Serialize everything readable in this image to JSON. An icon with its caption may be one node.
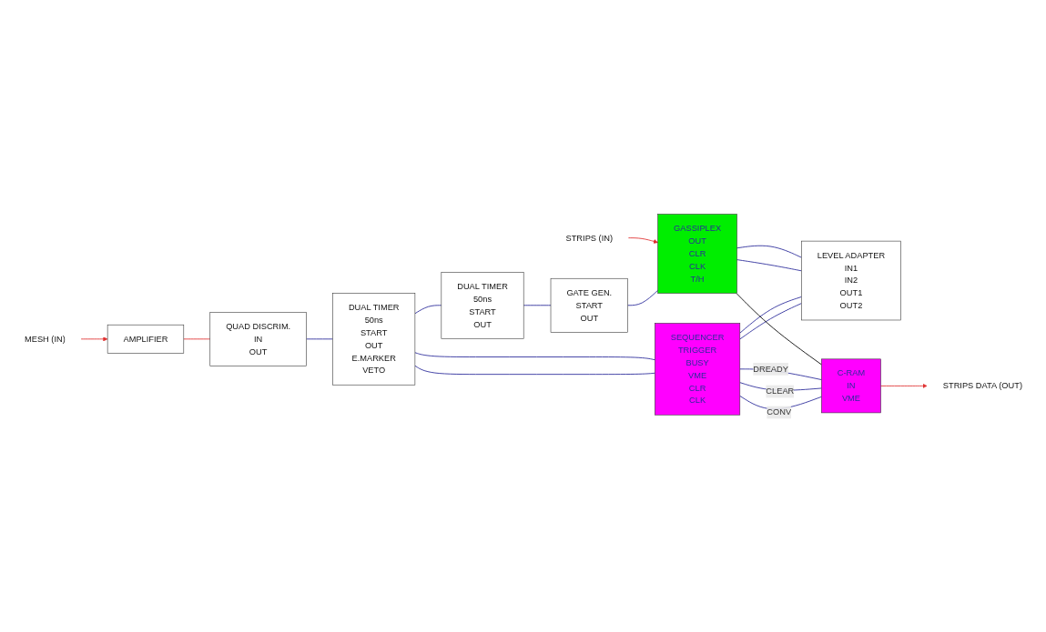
{
  "diagram": {
    "nodes": [
      {
        "text": [
          "MESH (IN)"
        ]
      },
      {
        "text": [
          "AMPLIFIER"
        ]
      },
      {
        "text": [
          "QUAD DISCRIM.",
          "IN",
          "OUT"
        ]
      },
      {
        "text": [
          "DUAL TIMER",
          "50ns",
          "START",
          "OUT",
          "E.MARKER",
          "VETO"
        ]
      },
      {
        "text": [
          "DUAL TIMER",
          "50ns",
          "START",
          "OUT"
        ]
      },
      {
        "text": [
          "SEQUENCER",
          "TRIGGER",
          "BUSY",
          "VME",
          "CLR",
          "CLK"
        ]
      },
      {
        "text": [
          "LEVEL ADAPTER",
          "IN1",
          "IN2",
          "OUT1",
          "OUT2"
        ]
      },
      {
        "text": [
          "GATE GEN.",
          "START",
          "OUT"
        ]
      },
      {
        "text": [
          "C-RAM",
          "IN",
          "VME"
        ]
      },
      {
        "text": [
          "GASSIPLEX",
          "OUT",
          "CLR",
          "CLK",
          "T/H"
        ]
      },
      {
        "text": [
          "STRIPS DATA (OUT)"
        ]
      },
      {
        "text": [
          "STRIPS (IN)"
        ]
      }
    ],
    "edges": [
      {
        "from": 0,
        "to": 1,
        "arrow": "to",
        "color": "#e03030"
      },
      {
        "from": 1,
        "to": 2,
        "arrow": "none",
        "color": "#e03030"
      },
      {
        "from": 2,
        "to": 3,
        "arrow": "none"
      },
      {
        "from": 3,
        "to": 4,
        "arrow": "none"
      },
      {
        "from": 3,
        "to": 5,
        "arrow": "none"
      },
      {
        "from": 3,
        "to": 5,
        "arrow": "none"
      },
      {
        "from": 4,
        "to": 7,
        "arrow": "none"
      },
      {
        "from": 5,
        "to": 8,
        "arrow": "none",
        "label": "CONV"
      },
      {
        "from": 5,
        "to": 8,
        "arrow": "none",
        "label": "CLEAR"
      },
      {
        "from": 5,
        "to": 8,
        "arrow": "none",
        "label": "DREADY"
      },
      {
        "from": 5,
        "to": 6,
        "arrow": "none"
      },
      {
        "from": 5,
        "to": 6,
        "arrow": "none"
      },
      {
        "from": 9,
        "to": 6,
        "arrow": "none"
      },
      {
        "from": 9,
        "to": 6,
        "arrow": "none"
      },
      {
        "from": 9,
        "to": 8,
        "arrow": "none",
        "color": "#000000"
      },
      {
        "from": 7,
        "to": 9,
        "arrow": "none"
      },
      {
        "from": 8,
        "to": 10,
        "arrow": "to",
        "color": "#e03030"
      },
      {
        "from": 11,
        "to": 9,
        "arrow": "to",
        "color": "#e03030"
      }
    ]
  }
}
